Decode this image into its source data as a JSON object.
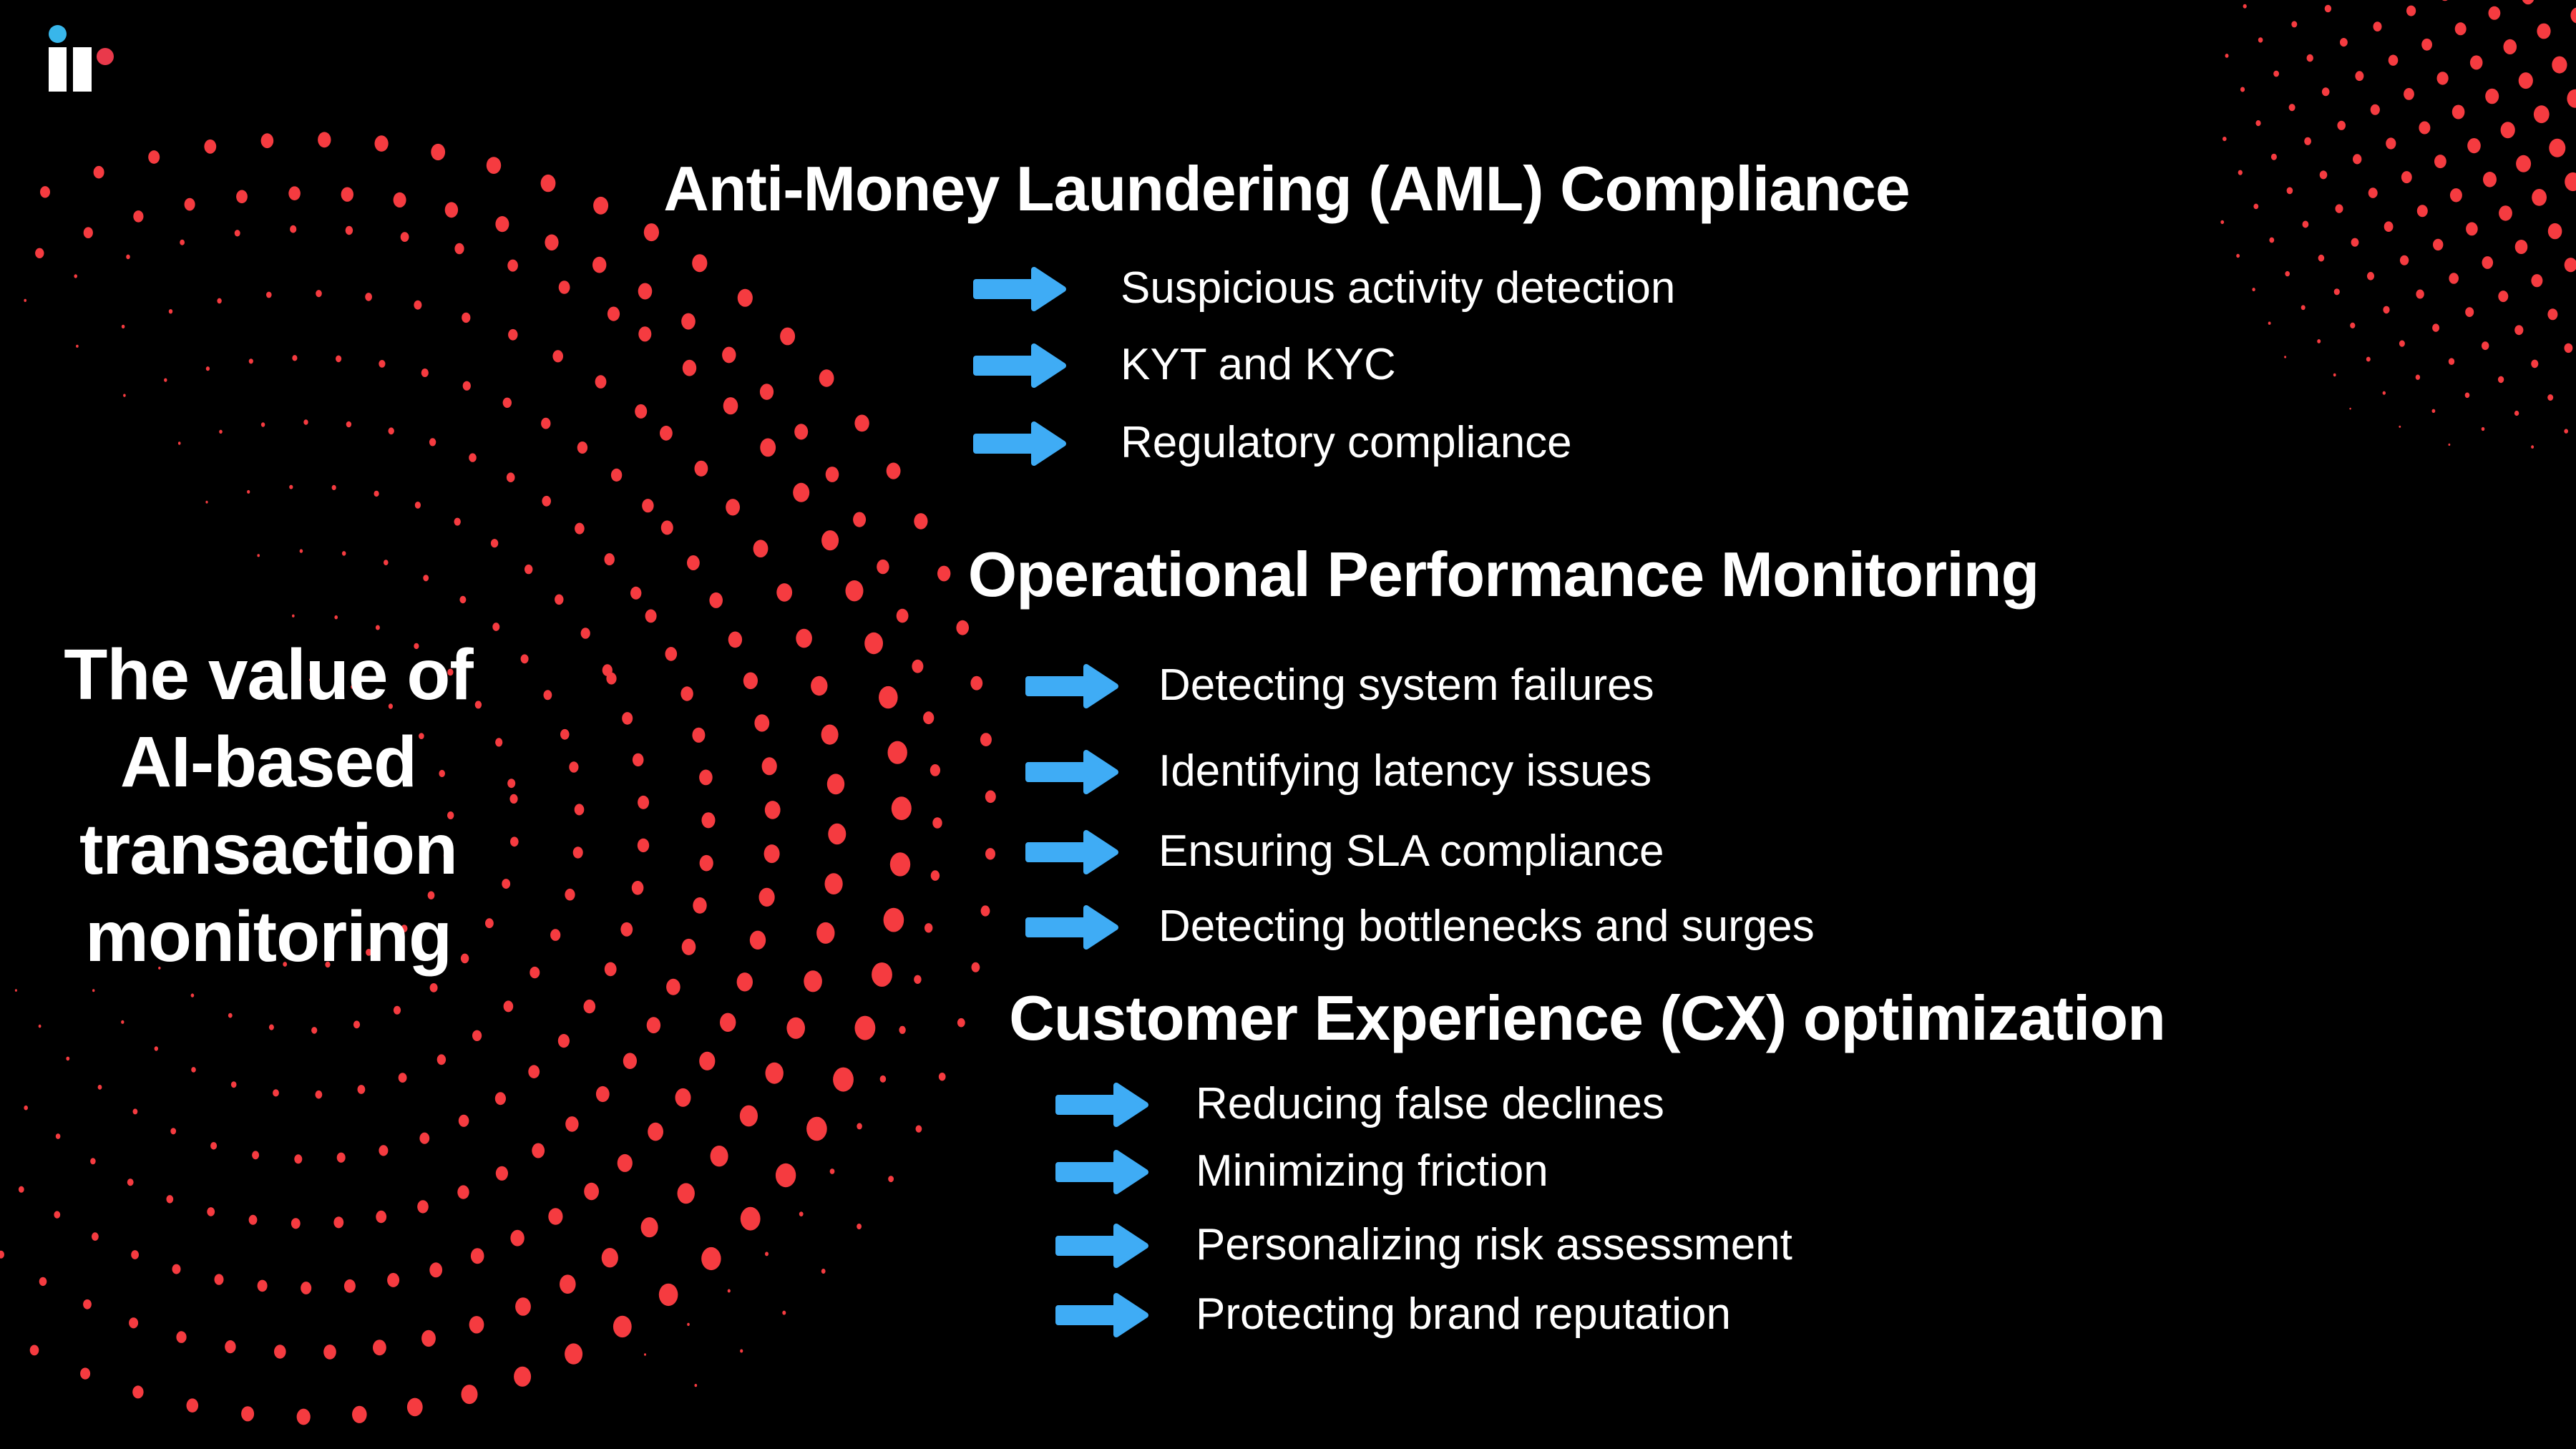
{
  "slide_title": {
    "lines": [
      "The value of",
      "AI-based",
      "transaction",
      "monitoring"
    ]
  },
  "sections": [
    {
      "heading": "Anti-Money Laundering (AML) Compliance",
      "bullets": [
        "Suspicious activity detection",
        "KYT and KYC",
        "Regulatory compliance"
      ]
    },
    {
      "heading": "Operational Performance Monitoring",
      "bullets": [
        "Detecting system failures",
        "Identifying latency issues",
        "Ensuring SLA compliance",
        "Detecting bottlenecks and surges"
      ]
    },
    {
      "heading": "Customer Experience (CX) optimization",
      "bullets": [
        "Reducing false declines",
        "Minimizing friction",
        "Personalizing risk assessment",
        "Protecting brand reputation"
      ]
    }
  ],
  "icons": {
    "bullet": "arrow-right-icon"
  },
  "colors": {
    "background": "#000000",
    "text": "#ffffff",
    "arrow_blue": "#3FACF5",
    "pattern_red": "#F53B40",
    "logo_blue": "#38B6EA",
    "logo_red": "#E9394B",
    "logo_bar_white": "#ffffff"
  },
  "patterns": {
    "left": "red-dot-swirl",
    "top_right": "red-dot-halftone-corner"
  }
}
